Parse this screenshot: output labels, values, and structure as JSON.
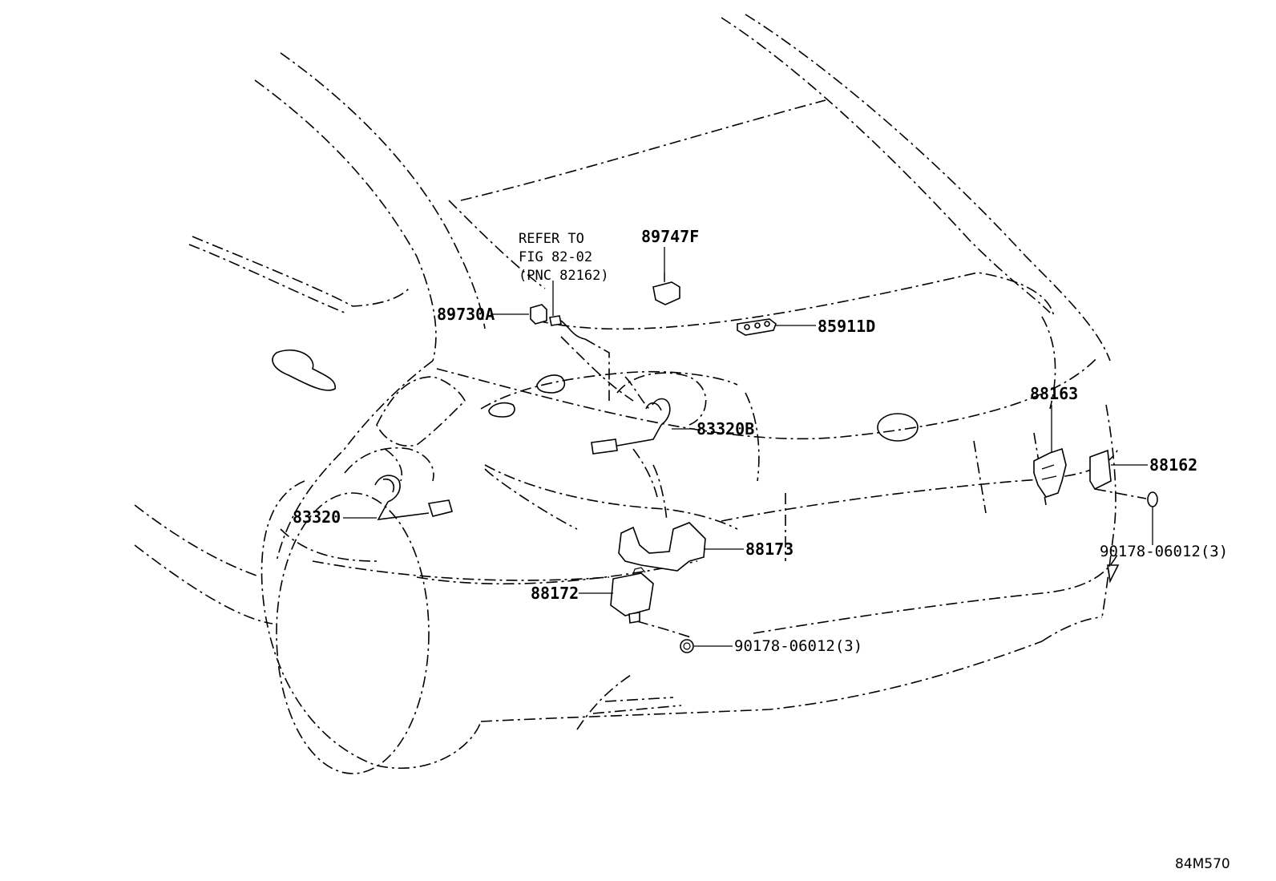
{
  "diagram": {
    "figure_code": "84M570",
    "reference_note": [
      "REFER TO",
      "FIG 82-02",
      "(PNC 82162)"
    ],
    "callouts": [
      {
        "id": "c-89747f",
        "label": "89747F"
      },
      {
        "id": "c-89730a",
        "label": "89730A"
      },
      {
        "id": "c-85911d",
        "label": "85911D"
      },
      {
        "id": "c-83320b",
        "label": "83320B"
      },
      {
        "id": "c-88163",
        "label": "88163"
      },
      {
        "id": "c-88162",
        "label": "88162"
      },
      {
        "id": "c-83320",
        "label": "83320"
      },
      {
        "id": "c-88173",
        "label": "88173"
      },
      {
        "id": "c-88172",
        "label": "88172"
      },
      {
        "id": "c-90178-right",
        "label": "90178-06012(3)"
      },
      {
        "id": "c-90178-bottom",
        "label": "90178-06012(3)"
      }
    ]
  }
}
